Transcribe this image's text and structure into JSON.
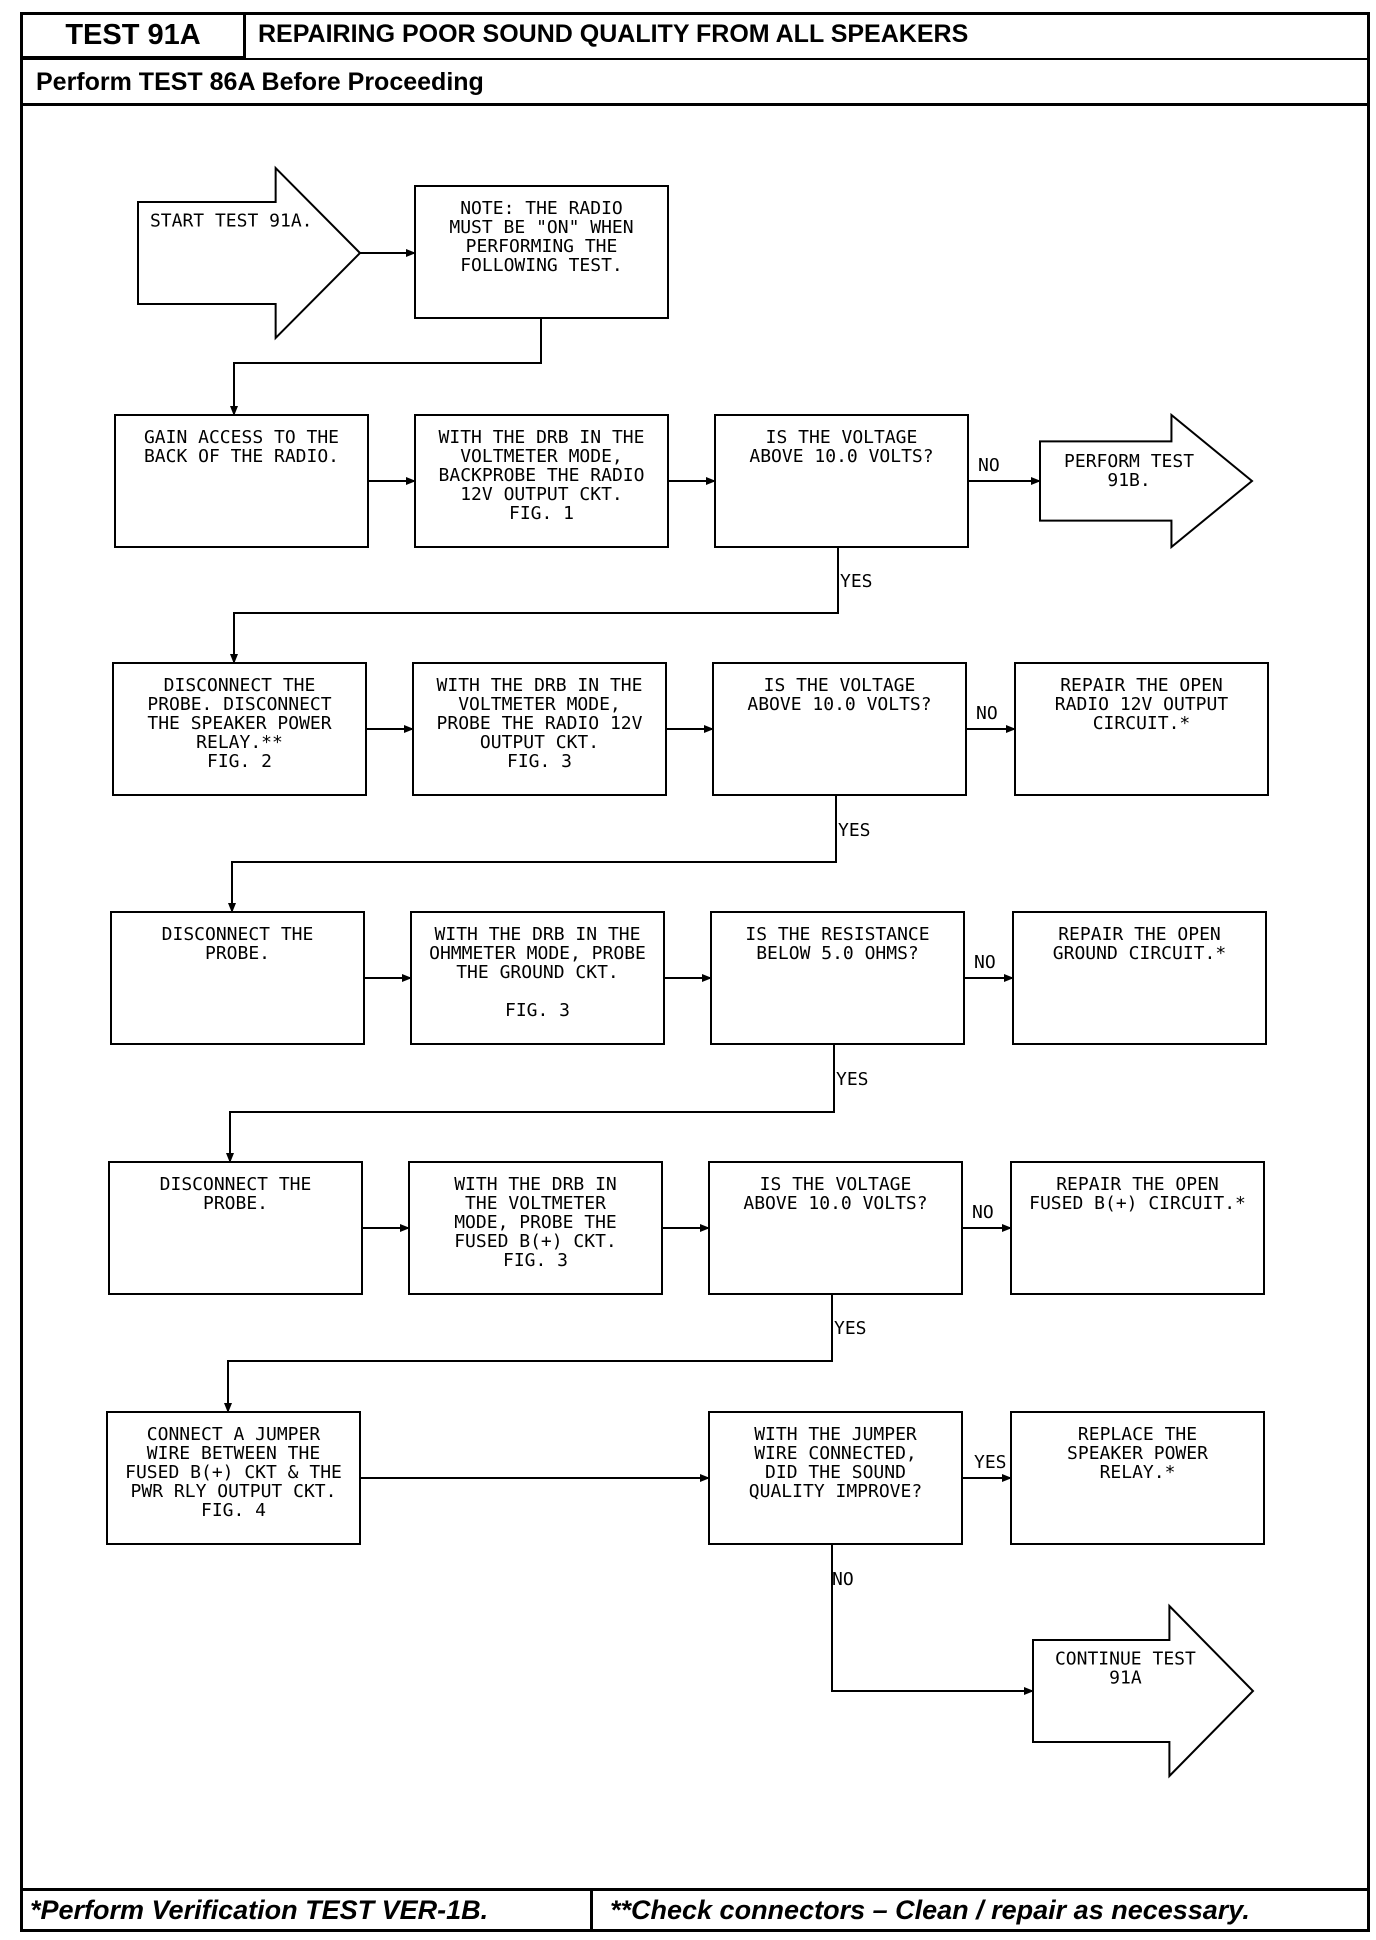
{
  "header": {
    "test_id": "TEST 91A",
    "title": "REPAIRING POOR SOUND QUALITY FROM ALL SPEAKERS",
    "prerequisite": "Perform TEST 86A Before Proceeding"
  },
  "footer": {
    "note1": "*Perform Verification TEST VER-1B.",
    "note2": "**Check connectors – Clean / repair as necessary."
  },
  "flowchart": {
    "nodes": [
      {
        "id": "start",
        "shape": "arrow",
        "lines": [
          "START TEST 91A."
        ]
      },
      {
        "id": "note",
        "shape": "box",
        "lines": [
          "NOTE: THE RADIO",
          "MUST BE \"ON\" WHEN",
          "PERFORMING THE",
          "FOLLOWING TEST."
        ]
      },
      {
        "id": "r1a",
        "shape": "box",
        "lines": [
          "GAIN ACCESS TO THE",
          "BACK OF THE RADIO."
        ]
      },
      {
        "id": "r1b",
        "shape": "box",
        "lines": [
          "WITH THE DRB IN THE",
          "VOLTMETER MODE,",
          "BACKPROBE THE RADIO",
          "12V OUTPUT CKT.",
          "FIG. 1"
        ]
      },
      {
        "id": "r1c",
        "shape": "box",
        "lines": [
          "IS THE VOLTAGE",
          "ABOVE 10.0 VOLTS?"
        ]
      },
      {
        "id": "r1d",
        "shape": "arrow",
        "lines": [
          "PERFORM TEST",
          "91B."
        ]
      },
      {
        "id": "r2a",
        "shape": "box",
        "lines": [
          "DISCONNECT THE",
          "PROBE. DISCONNECT",
          "THE SPEAKER POWER",
          "RELAY.**",
          "FIG. 2"
        ]
      },
      {
        "id": "r2b",
        "shape": "box",
        "lines": [
          "WITH THE DRB IN THE",
          "VOLTMETER MODE,",
          "PROBE THE RADIO 12V",
          "OUTPUT CKT.",
          "FIG. 3"
        ]
      },
      {
        "id": "r2c",
        "shape": "box",
        "lines": [
          "IS THE VOLTAGE",
          "ABOVE 10.0 VOLTS?"
        ]
      },
      {
        "id": "r2d",
        "shape": "box",
        "lines": [
          "REPAIR THE OPEN",
          "RADIO 12V OUTPUT",
          "CIRCUIT.*"
        ]
      },
      {
        "id": "r3a",
        "shape": "box",
        "lines": [
          "DISCONNECT THE",
          "PROBE."
        ]
      },
      {
        "id": "r3b",
        "shape": "box",
        "lines": [
          "WITH THE DRB IN THE",
          "OHMMETER MODE, PROBE",
          "THE GROUND CKT.",
          "",
          "FIG. 3"
        ]
      },
      {
        "id": "r3c",
        "shape": "box",
        "lines": [
          "IS THE RESISTANCE",
          "BELOW 5.0 OHMS?"
        ]
      },
      {
        "id": "r3d",
        "shape": "box",
        "lines": [
          "REPAIR THE OPEN",
          "GROUND CIRCUIT.*"
        ]
      },
      {
        "id": "r4a",
        "shape": "box",
        "lines": [
          "DISCONNECT THE",
          "PROBE."
        ]
      },
      {
        "id": "r4b",
        "shape": "box",
        "lines": [
          "WITH THE DRB IN",
          "THE VOLTMETER",
          "MODE, PROBE THE",
          "FUSED B(+) CKT.",
          "FIG. 3"
        ]
      },
      {
        "id": "r4c",
        "shape": "box",
        "lines": [
          "IS THE VOLTAGE",
          "ABOVE 10.0 VOLTS?"
        ]
      },
      {
        "id": "r4d",
        "shape": "box",
        "lines": [
          "REPAIR THE OPEN",
          "FUSED B(+) CIRCUIT.*"
        ]
      },
      {
        "id": "r5a",
        "shape": "box",
        "lines": [
          "CONNECT A JUMPER",
          "WIRE BETWEEN THE",
          "FUSED B(+) CKT & THE",
          "PWR RLY OUTPUT CKT.",
          "FIG. 4"
        ]
      },
      {
        "id": "r5c",
        "shape": "box",
        "lines": [
          "WITH THE JUMPER",
          "WIRE CONNECTED,",
          "DID THE SOUND",
          "QUALITY IMPROVE?"
        ]
      },
      {
        "id": "r5d",
        "shape": "box",
        "lines": [
          "REPLACE THE",
          "SPEAKER POWER",
          "RELAY.*"
        ]
      },
      {
        "id": "cont",
        "shape": "arrow",
        "lines": [
          "CONTINUE TEST",
          "91A"
        ]
      }
    ],
    "edge_labels": [
      {
        "id": "no1",
        "text": "NO"
      },
      {
        "id": "yes1",
        "text": "YES"
      },
      {
        "id": "no2",
        "text": "NO"
      },
      {
        "id": "yes2",
        "text": "YES"
      },
      {
        "id": "no3",
        "text": "NO"
      },
      {
        "id": "yes3",
        "text": "YES"
      },
      {
        "id": "no4",
        "text": "NO"
      },
      {
        "id": "yes4",
        "text": "YES"
      },
      {
        "id": "yes5",
        "text": "YES"
      },
      {
        "id": "no5",
        "text": "NO"
      }
    ]
  }
}
